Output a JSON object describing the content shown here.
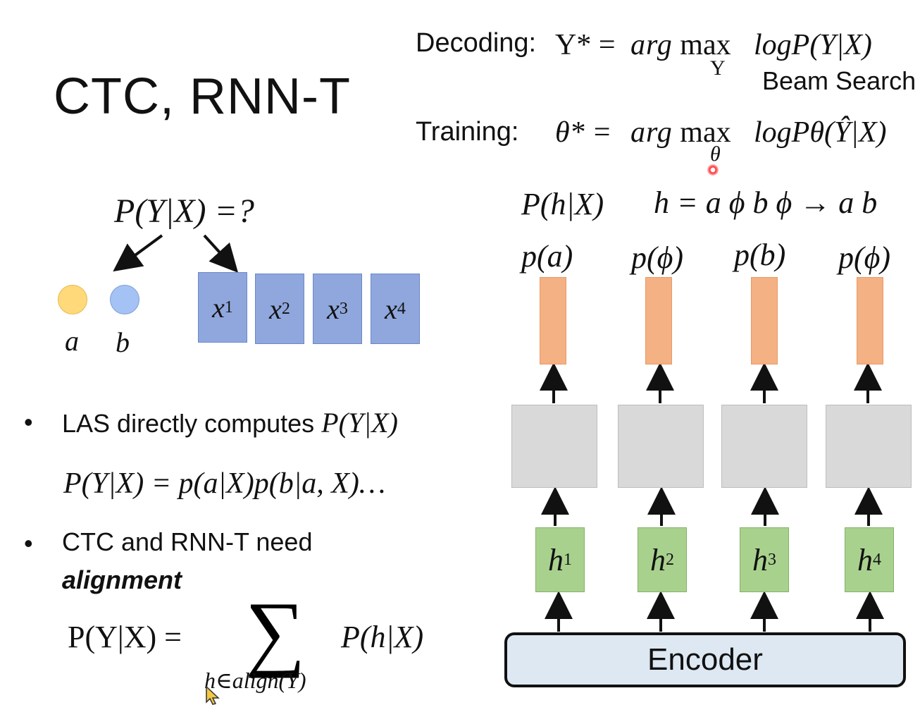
{
  "slide": {
    "title": "CTC, RNN-T",
    "decoding": {
      "label": "Decoding:",
      "lhs": "Y* = ",
      "argmax": "arg max",
      "argmax_sub": "Y",
      "rhs": "logP(Y|X)",
      "method": "Beam Search"
    },
    "training": {
      "label": "Training:",
      "lhs": "θ* = ",
      "argmax": "arg max",
      "argmax_sub": "θ",
      "rhs": "logPθ(Ŷ|X)"
    },
    "left_question": "P(Y|X) =?",
    "tokens": [
      {
        "label": "a",
        "color": "#ffd97a"
      },
      {
        "label": "b",
        "color": "#a4c2f4"
      }
    ],
    "inputs": [
      "x",
      "x",
      "x",
      "x"
    ],
    "input_sups": [
      "1",
      "2",
      "3",
      "4"
    ],
    "bullets": [
      {
        "text": "LAS directly computes ",
        "math": "P(Y|X)"
      },
      {
        "text": "CTC and RNN-T need",
        "emph": "alignment"
      }
    ],
    "las_formula": "P(Y|X) = p(a|X)p(b|a, X)…",
    "ctc_formula": {
      "lhs": "P(Y|X) =",
      "sigma": "∑",
      "sub": "h∈align(Y)",
      "rhs": "P(h|X)"
    },
    "ph_label": "P(h|X)",
    "h_mapping": "h = a ϕ b ϕ → a b",
    "outputs": [
      "p(a)",
      "p(ϕ)",
      "p(b)",
      "p(ϕ)"
    ],
    "hidden": [
      "h",
      "h",
      "h",
      "h"
    ],
    "hidden_sups": [
      "1",
      "2",
      "3",
      "4"
    ],
    "encoder_label": "Encoder"
  }
}
